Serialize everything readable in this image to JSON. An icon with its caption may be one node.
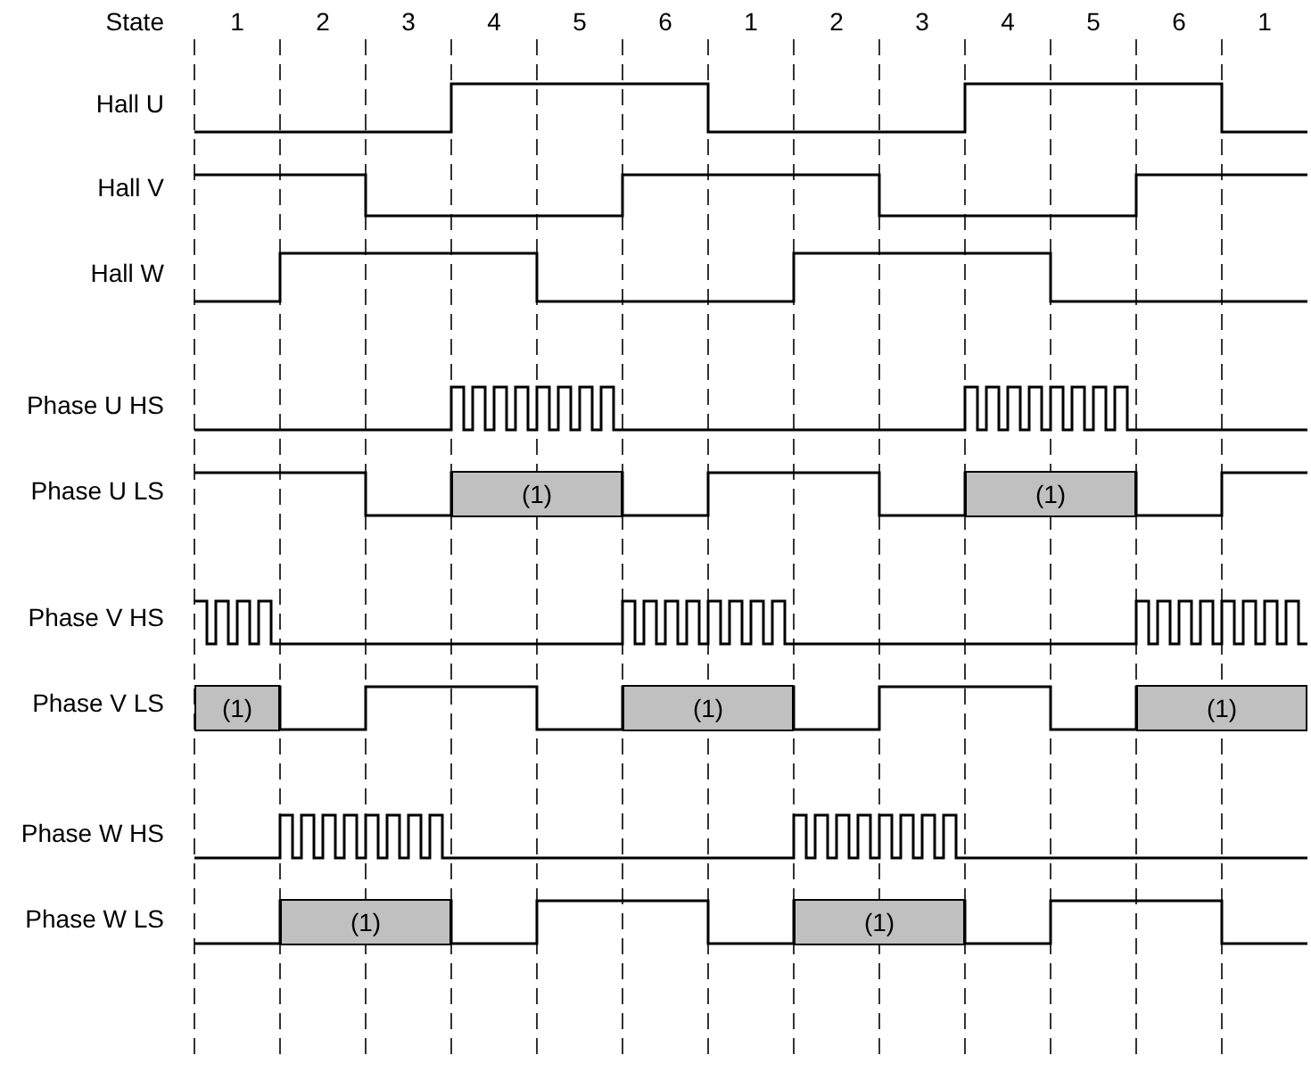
{
  "diagram": {
    "nodes": [
      {
        "text": [
          "(1)"
        ]
      },
      {
        "text": [
          "(1)"
        ]
      },
      {
        "text": [
          "(1)"
        ]
      },
      {
        "text": [
          "(1)"
        ]
      },
      {
        "text": [
          "(1)"
        ]
      },
      {
        "text": [
          "(1)"
        ]
      },
      {
        "text": [
          "(1)"
        ]
      }
    ],
    "labels": [
      "State",
      "1",
      "2",
      "3",
      "4",
      "5",
      "6",
      "1",
      "2",
      "3",
      "4",
      "5",
      "6",
      "1",
      "Hall U",
      "Hall V",
      "Hall W",
      "Phase U HS",
      "Phase U LS",
      "Phase V HS",
      "Phase V LS",
      "Phase W HS",
      "Phase W LS"
    ]
  }
}
